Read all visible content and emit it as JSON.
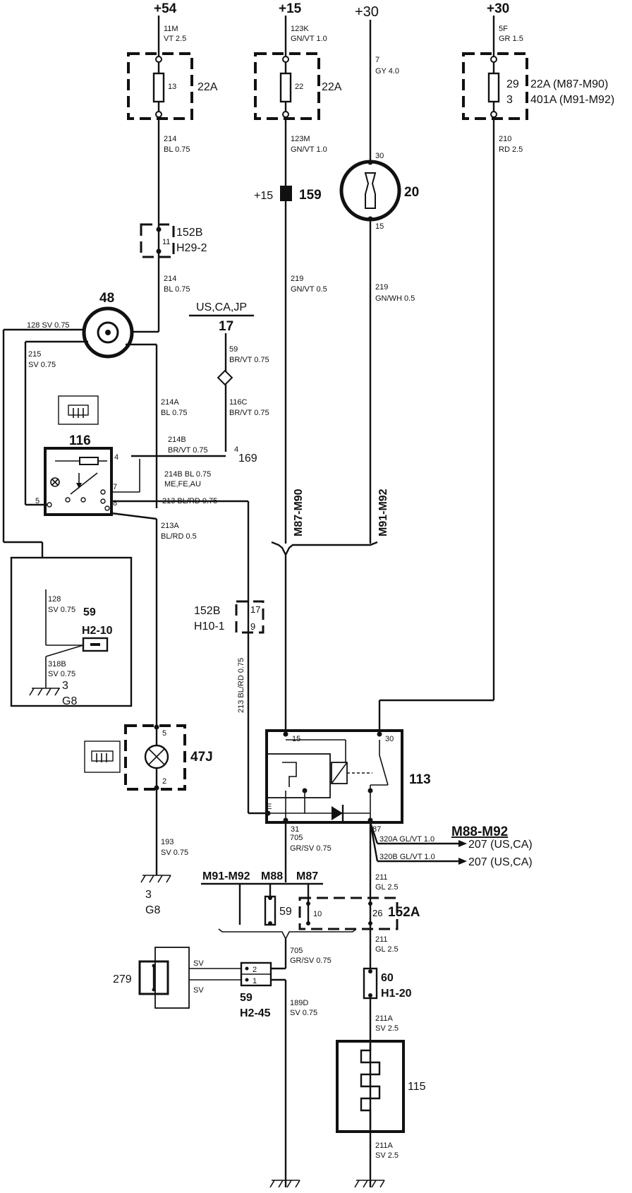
{
  "terminals": {
    "t54": "+54",
    "t15": "+15",
    "t30a": "+30",
    "t30b": "+30"
  },
  "wires": {
    "w11m": [
      "11M",
      "VT 2.5"
    ],
    "w123k": [
      "123K",
      "GN/VT 1.0"
    ],
    "w7": [
      "7",
      "GY 4.0"
    ],
    "w5f": [
      "5F",
      "GR 1.5"
    ],
    "w214": [
      "214",
      "BL 0.75"
    ],
    "w123m": [
      "123M",
      "GN/VT 1.0"
    ],
    "w210": [
      "210",
      "RD 2.5"
    ],
    "w214b2": [
      "214",
      "BL 0.75"
    ],
    "w219a": [
      "219",
      "GN/VT 0.5"
    ],
    "w219b": [
      "219",
      "GN/WH 0.5"
    ],
    "w128": "128 SV 0.75",
    "w215": [
      "215",
      "SV 0.75"
    ],
    "w59": [
      "59",
      "BR/VT 0.75"
    ],
    "w116c": [
      "116C",
      "BR/VT 0.75"
    ],
    "w214a": [
      "214A",
      "BL 0.75"
    ],
    "w214b": [
      "214B",
      "BR/VT 0.75"
    ],
    "w214bbl": [
      "214B BL 0.75",
      "ME,FE,AU"
    ],
    "w213": "213 BL/RD 0.75",
    "w213a": [
      "213A",
      "BL/RD 0.5"
    ],
    "w128b": [
      "128",
      "SV 0.75"
    ],
    "w318b": [
      "318B",
      "SV 0.75"
    ],
    "w213v": "213 BL/RD 0.75",
    "w193": [
      "193",
      "SV 0.75"
    ],
    "w705": [
      "705",
      "GR/SV 0.75"
    ],
    "w320a": "320A GL/VT 1.0",
    "w320b": "320B GL/VT 1.0",
    "w211": [
      "211",
      "GL 2.5"
    ],
    "w211b": [
      "211",
      "GL 2.5"
    ],
    "w705b": [
      "705",
      "GR/SV 0.75"
    ],
    "w189d": [
      "189D",
      "SV 0.75"
    ],
    "w211a": [
      "211A",
      "SV 2.5"
    ],
    "w211a2": [
      "211A",
      "SV 2.5"
    ],
    "sv1": "SV",
    "sv2": "SV"
  },
  "components": {
    "fuse1": {
      "num": "13",
      "label": "22A"
    },
    "fuse2": {
      "num": "22",
      "label": "22A"
    },
    "fuse3": {
      "num1": "29",
      "num2": "3",
      "label1": "22A (M87-M90)",
      "label2": "401A (M91-M92)"
    },
    "c159": {
      "t": "+15",
      "label": "159"
    },
    "c20": {
      "t30": "30",
      "t15": "15",
      "label": "20"
    },
    "c152b_top": {
      "pin": "11",
      "label1": "152B",
      "label2": "H29-2"
    },
    "c48": {
      "label": "48"
    },
    "c17": {
      "market": "US,CA,JP",
      "label": "17"
    },
    "c169": {
      "pin": "4",
      "label": "169"
    },
    "c116": {
      "label": "116",
      "p4": "4",
      "p7": "7",
      "p8": "8",
      "p5": "5"
    },
    "ground_box": {
      "label1": "59",
      "label2": "H2-10",
      "g1": "3",
      "g2": "G8"
    },
    "c152b_mid": {
      "label1": "152B",
      "label2": "H10-1",
      "p1": "17",
      "p2": "9"
    },
    "c47j": {
      "p5": "5",
      "p2": "2",
      "label": "47J"
    },
    "ground_left": {
      "g1": "3",
      "g2": "G8"
    },
    "c113": {
      "label": "113",
      "p15": "15",
      "p30": "30",
      "pE": "E",
      "p31": "31",
      "p87": "87"
    },
    "c207a": "207 (US,CA)",
    "c207b": "207 (US,CA)",
    "m88": "M88-M92",
    "m87m90": "M87-M90",
    "m91m92": "M91-M92",
    "variants": {
      "a": "M91-M92",
      "b": "M88",
      "c": "M87"
    },
    "c59mid": {
      "label": "59",
      "p": "10"
    },
    "c152a": {
      "pin": "26",
      "label": "152A"
    },
    "c279": {
      "label": "279"
    },
    "c59h245": {
      "p2": "2",
      "p1": "1",
      "label1": "59",
      "label2": "H2-45"
    },
    "c60": {
      "label1": "60",
      "label2": "H1-20"
    },
    "c115": {
      "label": "115"
    }
  }
}
